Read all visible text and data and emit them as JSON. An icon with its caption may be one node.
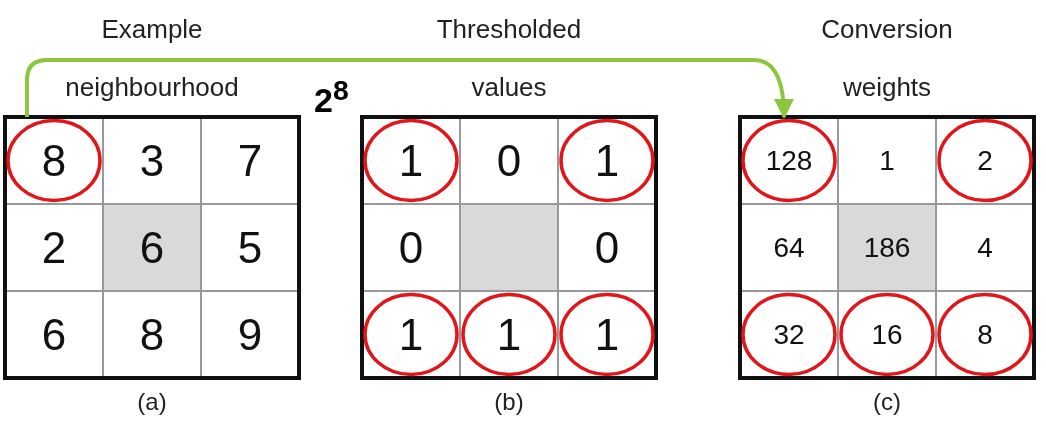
{
  "diagram": {
    "nodes": [
      {
        "text": [
          "8"
        ]
      },
      {
        "text": [
          "3"
        ]
      },
      {
        "text": [
          "7"
        ]
      },
      {
        "text": [
          "2"
        ]
      },
      {
        "text": [
          "6"
        ]
      },
      {
        "text": [
          "5"
        ]
      },
      {
        "text": [
          "6"
        ]
      },
      {
        "text": [
          "8"
        ]
      },
      {
        "text": [
          "9"
        ]
      },
      {
        "text": [
          "1"
        ]
      },
      {
        "text": [
          "0"
        ]
      },
      {
        "text": [
          "1"
        ]
      },
      {
        "text": [
          "0"
        ]
      },
      {
        "text": [],
        "shape": "box"
      },
      {
        "text": [
          "0"
        ]
      },
      {
        "text": [
          "1"
        ]
      },
      {
        "text": [
          "1"
        ]
      },
      {
        "text": [
          "1"
        ]
      },
      {
        "text": [
          "128"
        ]
      },
      {
        "text": [
          "1"
        ]
      },
      {
        "text": [
          "2"
        ]
      },
      {
        "text": [
          "64"
        ]
      },
      {
        "text": [
          "186"
        ]
      },
      {
        "text": [
          "4"
        ]
      },
      {
        "text": [
          "32"
        ]
      },
      {
        "text": [
          "16"
        ]
      },
      {
        "text": [
          "8"
        ]
      }
    ],
    "edges": [
      {
        "from": 0,
        "to": 18,
        "arrow": "to",
        "label": "2$^{8}$",
        "color": "#8cc63f"
      }
    ],
    "labels": [
      "Example neighbourhood",
      "Thresholded values",
      "Conversion weights",
      "(a)",
      "(b)",
      "(c)"
    ]
  }
}
